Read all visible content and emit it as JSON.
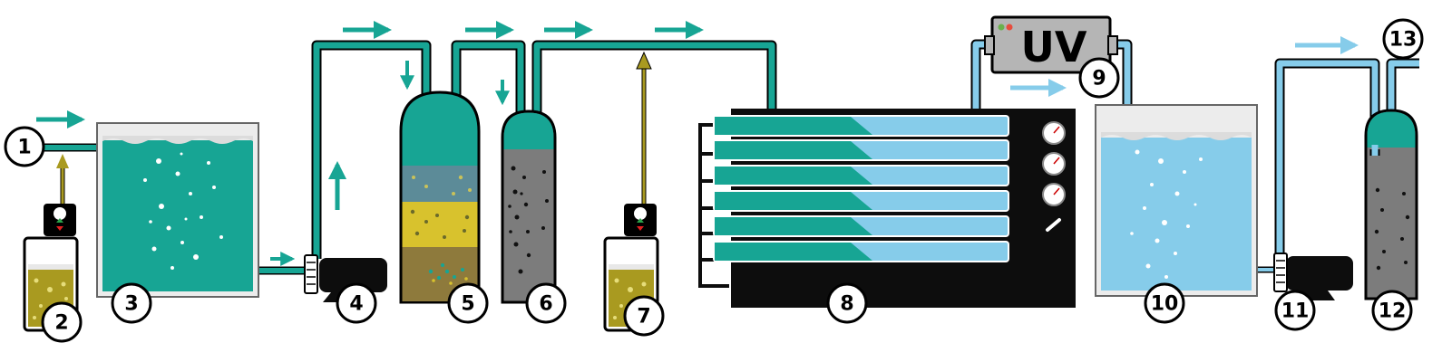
{
  "labels": {
    "l1": "1",
    "l2": "2",
    "l3": "3",
    "l4": "4",
    "l5": "5",
    "l6": "6",
    "l7": "7",
    "l8": "8",
    "l9": "9",
    "l10": "10",
    "l11": "11",
    "l12": "12",
    "l13": "13",
    "uv": "UV"
  },
  "colors": {
    "teal": "#17a594",
    "teal_dark": "#0d7d70",
    "light_blue": "#86ccea",
    "olive": "#a99a20",
    "gray": "#7c7c7c",
    "black": "#0d0d0d",
    "uv_gray": "#b5b5b5",
    "filter_yellow": "#d8c22d",
    "filter_brown": "#8e7a3c",
    "filter_slate": "#5c8b98"
  }
}
